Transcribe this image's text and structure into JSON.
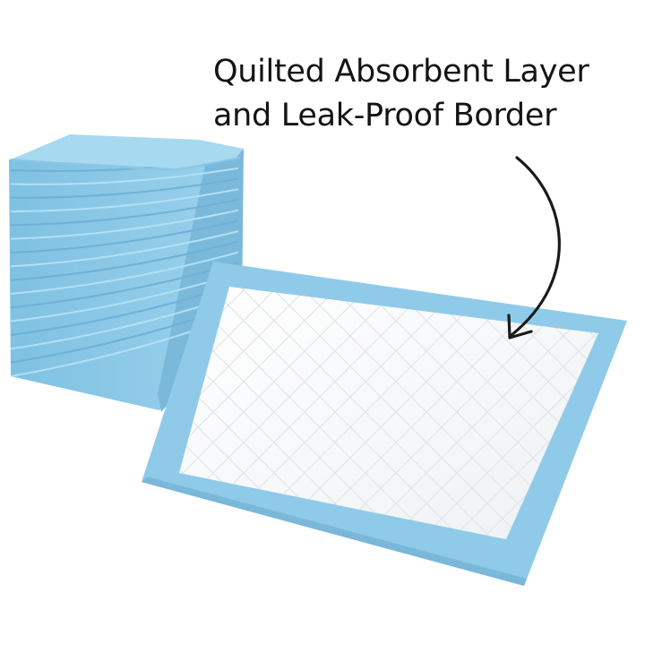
{
  "callout": {
    "line1": "Quilted Absorbent Layer",
    "line2": "and Leak-Proof Border"
  },
  "colors": {
    "background": "#ffffff",
    "text": "#141414",
    "pad_blue": "#8ccbe8",
    "pad_blue_dark": "#6fb4d8",
    "pad_blue_light": "#a9daf0",
    "pad_core": "#f8f9fa",
    "quilt_line": "#e3e6ea",
    "arrow": "#1a1a1a"
  },
  "product": {
    "stack_sheet_count": 16
  }
}
